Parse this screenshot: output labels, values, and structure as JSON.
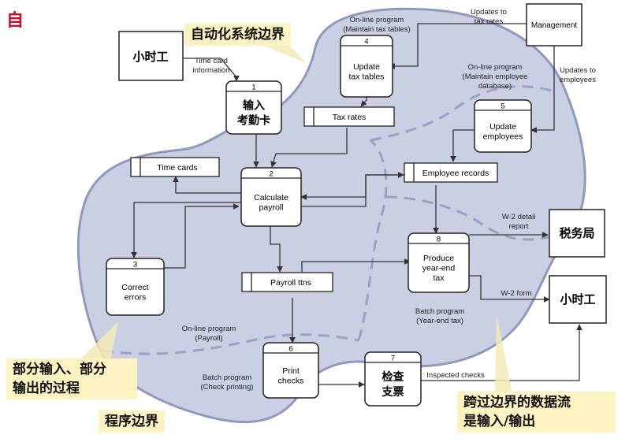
{
  "corner_mark": "自",
  "boundaries": {
    "system": "自动化系统边界",
    "program": "程序边界"
  },
  "callouts": {
    "partial": [
      "部分输入、部分",
      "输出的过程"
    ],
    "crossing": [
      "跨过边界的数据流",
      "是输入/输出"
    ]
  },
  "external_entities": {
    "hourly_worker_top": "小时工",
    "management": "Management",
    "tax_bureau": "税务局",
    "hourly_worker_right": "小时工"
  },
  "processes": [
    {
      "id": "1",
      "lines": [
        "输入",
        "考勤卡"
      ]
    },
    {
      "id": "2",
      "lines": [
        "Calculate",
        "payroll"
      ]
    },
    {
      "id": "3",
      "lines": [
        "Correct",
        "errors"
      ]
    },
    {
      "id": "4",
      "lines": [
        "Update",
        "tax tables"
      ]
    },
    {
      "id": "5",
      "lines": [
        "Update",
        "employees"
      ]
    },
    {
      "id": "6",
      "lines": [
        "Print",
        "checks"
      ]
    },
    {
      "id": "7",
      "lines": [
        "检查",
        "支票"
      ]
    },
    {
      "id": "8",
      "lines": [
        "Produce",
        "year-end",
        "tax"
      ]
    }
  ],
  "data_stores": {
    "tax_rates": "Tax rates",
    "time_cards": "Time cards",
    "employee_records": "Employee records",
    "payroll_ttns": "Payroll ttns"
  },
  "flow_labels": {
    "time_card_info": [
      "Time card",
      "information"
    ],
    "updates_tax_rates": [
      "Updates to",
      "tax rates"
    ],
    "updates_employees": [
      "Updates to",
      "employees"
    ],
    "w2_detail": [
      "W-2 detail",
      "report"
    ],
    "w2_form": "W-2 form",
    "inspected_checks": "Inspected checks"
  },
  "region_labels": {
    "online_tax": [
      "On-line program",
      "(Maintain tax tables)"
    ],
    "online_employee": [
      "On-line program",
      "(Maintain employee",
      "database)"
    ],
    "online_payroll": [
      "On-line program",
      "(Payroll)"
    ],
    "batch_check": [
      "Batch program",
      "(Check printing)"
    ],
    "batch_yearend": [
      "Batch program",
      "(Year-end tax)"
    ]
  },
  "colors": {
    "blob_fill": "#c9cde3",
    "blob_stroke": "#8c93bb",
    "callout_bg": "#fdf2c2",
    "corner_mark": "#c8102e"
  }
}
